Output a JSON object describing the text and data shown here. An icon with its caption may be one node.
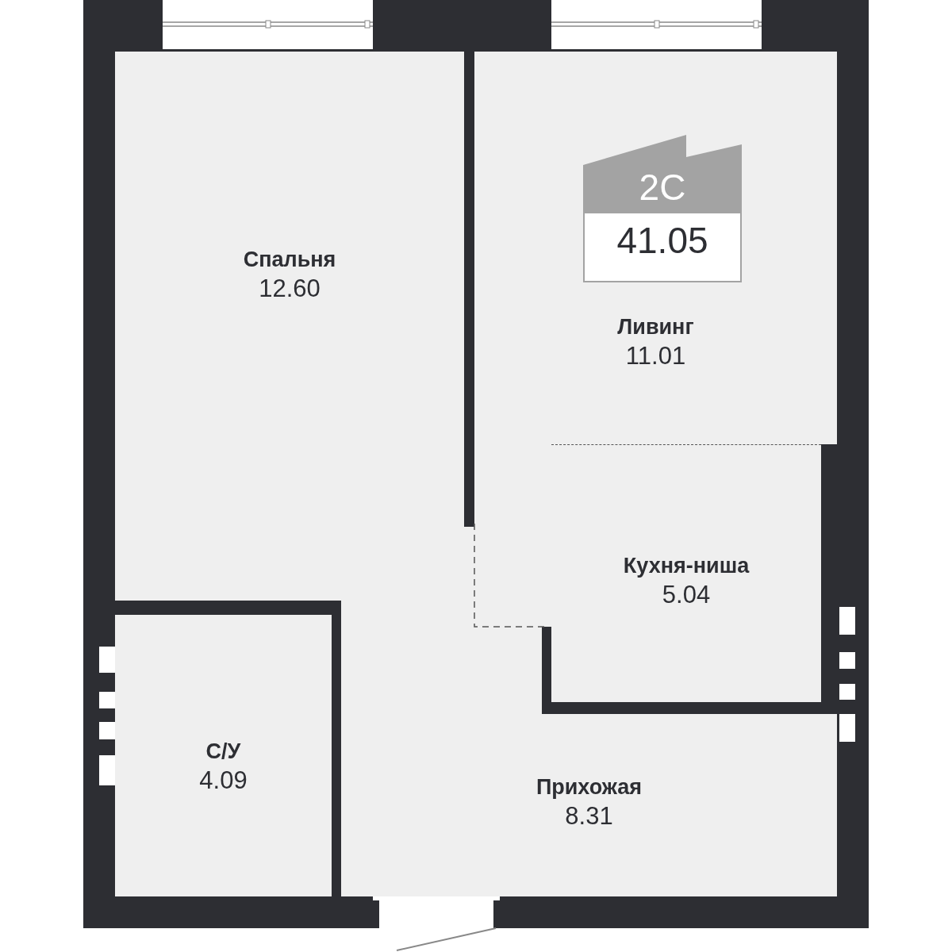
{
  "diagram": {
    "nodes": [
      {
        "text": [
          "Спальня",
          "12.60"
        ]
      },
      {
        "text": [
          "Ливинг",
          "11.01"
        ]
      },
      {
        "text": [
          "2С",
          "41.05"
        ],
        "in": 1
      },
      {
        "text": [
          "Кухня-ниша",
          "5.04"
        ]
      },
      {
        "text": [
          "С/У",
          "4.09"
        ]
      },
      {
        "text": [
          "Прихожая",
          "8.31"
        ]
      }
    ],
    "edges": []
  }
}
